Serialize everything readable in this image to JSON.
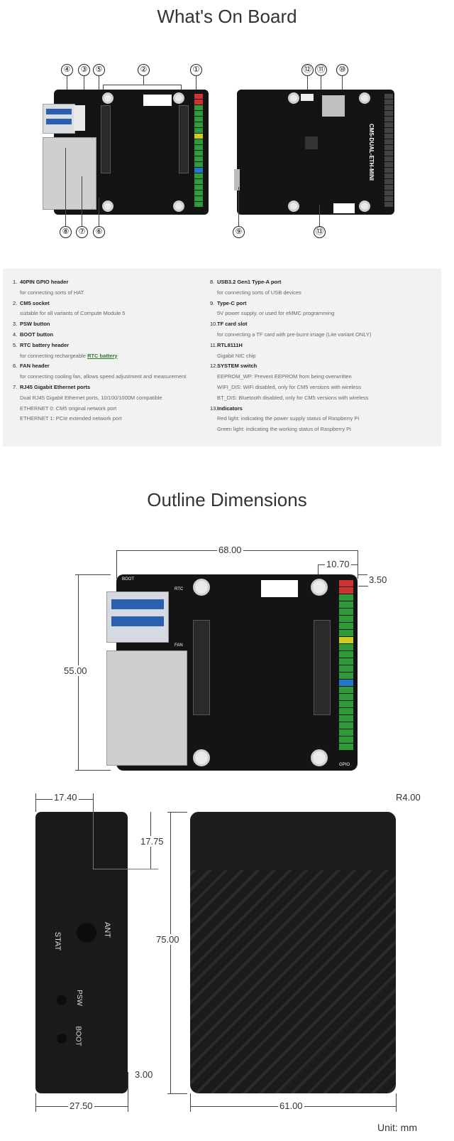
{
  "section1_title": "What's On Board",
  "section2_title": "Outline Dimensions",
  "callouts": {
    "c1": "①",
    "c2": "②",
    "c3": "③",
    "c4": "④",
    "c5": "⑤",
    "c6": "⑥",
    "c7": "⑦",
    "c8": "⑧",
    "c9": "⑨",
    "c10": "⑩",
    "c11": "⑪",
    "c12": "⑫",
    "c13": "⑬"
  },
  "board_back_label": "CM5-DUAL-ETH-MINI",
  "left_items": [
    {
      "num": "1.",
      "label": "40PIN GPIO header",
      "desc": [
        "for connecting sorts of HAT"
      ]
    },
    {
      "num": "2.",
      "label": "CM5 socket",
      "desc": [
        "suitable for all variants of Compute Module 5"
      ]
    },
    {
      "num": "3.",
      "label": "PSW button",
      "desc": []
    },
    {
      "num": "4.",
      "label": "BOOT button",
      "desc": []
    },
    {
      "num": "5.",
      "label": "RTC battery header",
      "desc_prefix": "for connecting rechargeable ",
      "desc_link": "RTC battery",
      "desc": []
    },
    {
      "num": "6.",
      "label": "FAN header",
      "desc": [
        "for connecting cooling fan, allows speed adjustment and measurement"
      ]
    },
    {
      "num": "7.",
      "label": "RJ45 Gigabit Ethernet ports",
      "desc": [
        "Dual RJ45 Gigabit Ethernet ports, 10/100/1000M compatible",
        "ETHERNET 0: CM5 original network port",
        "ETHERNET 1: PCIe extended network port"
      ]
    }
  ],
  "right_items": [
    {
      "num": "8.",
      "label": "USB3.2 Gen1 Type-A port",
      "desc": [
        "for connecting sorts of USB devices"
      ]
    },
    {
      "num": "9.",
      "label": "Type-C port",
      "desc": [
        "5V power supply, or used for eMMC programming"
      ]
    },
    {
      "num": "10.",
      "label": "TF card slot",
      "desc": [
        "for connecting a TF card with pre-burnt image (Lite variant ONLY)"
      ]
    },
    {
      "num": "11.",
      "label": "RTL8111H",
      "desc": [
        "Gigabit NIC chip"
      ]
    },
    {
      "num": "12.",
      "label": "SYSTEM switch",
      "desc": [
        "EEPROM_WP: Prevent EEPROM from being overwritten",
        "WIFI_DIS: WiFi disabled, only for CM5 versions with wireless",
        "BT_DIS: Bluetooth disabled, only for CM5 versions with wireless"
      ]
    },
    {
      "num": "13.",
      "label": "Indicators",
      "desc": [
        "Red light: indicating the power supply status of Raspberry Pi",
        "Green light: indicating the working status of Raspberry Pi"
      ]
    }
  ],
  "dimensions": {
    "width": "68.00",
    "hole_offset": "10.70",
    "hole_top": "3.50",
    "height": "55.00",
    "side_depth": "17.40",
    "side_mid": "17.75",
    "case_height": "75.00",
    "corner_radius": "R4.00",
    "side_bottom": "3.00",
    "side_width": "27.50",
    "case_width": "61.00",
    "unit": "Unit: mm"
  },
  "case_labels": {
    "ant": "ANT",
    "stat": "STAT",
    "psw": "PSW",
    "boot": "BOOT"
  },
  "board_labels": {
    "gpio": "GPIO",
    "rtc": "RTC",
    "fan": "FAN",
    "boot": "BOOT"
  }
}
